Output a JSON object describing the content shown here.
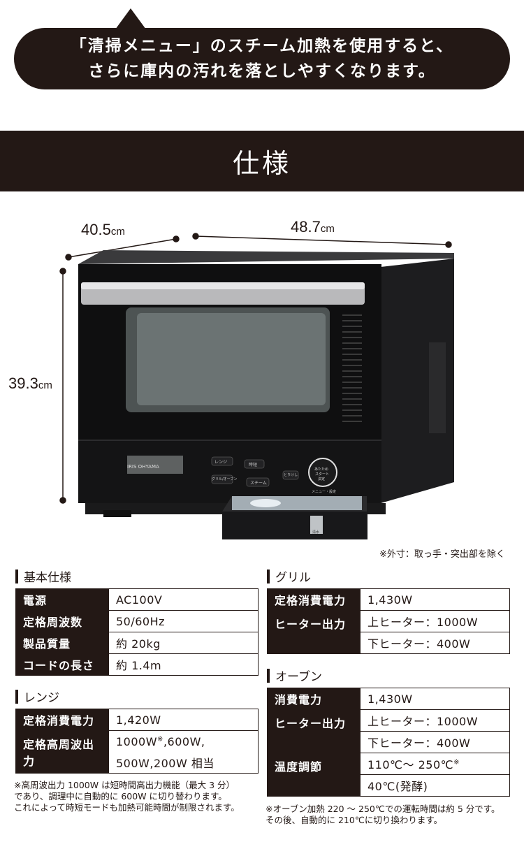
{
  "bubble": {
    "line1": "「清掃メニュー」のスチーム加熱を使用すると、",
    "line2": "さらに庫内の汚れを落としやすくなります。"
  },
  "section_title": "仕様",
  "dimensions": {
    "depth": "40.5",
    "width": "48.7",
    "height": "39.3",
    "unit": "cm"
  },
  "product": {
    "brand": "IRIS OHYAMA",
    "buttons": [
      "レンジ",
      "時短",
      "グリル/オーブン",
      "スチーム",
      "とりけし"
    ],
    "dial_label1": "あたため",
    "dial_label2": "スタート",
    "dial_label3": "決定",
    "dial_bottom": "メニュー・設定",
    "tray_label": "清水"
  },
  "exterior_note": "※外寸：取っ手・突出部を除く",
  "basic": {
    "title": "基本仕様",
    "rows": [
      {
        "k": "電源",
        "v": "AC100V"
      },
      {
        "k": "定格周波数",
        "v": "50/60Hz"
      },
      {
        "k": "製品質量",
        "v": "約 20kg"
      },
      {
        "k": "コードの長さ",
        "v": "約 1.4m"
      }
    ]
  },
  "range": {
    "title": "レンジ",
    "power_k": "定格消費電力",
    "power_v": "1,420W",
    "output_k": "定格高周波出力",
    "output_v1a": "1000W",
    "output_v1mark": "※",
    "output_v1b": ",600W,",
    "output_v2": "500W,200W 相当",
    "footnote1": "※高周波出力 1000W は短時間高出力機能（最大 3 分）",
    "footnote2": "であり、調理中に自動的に 600W に切り替わります。",
    "footnote3": "これによって時短モードも加熱可能時間が制限されます。"
  },
  "grill": {
    "title": "グリル",
    "power_k": "定格消費電力",
    "power_v": "1,430W",
    "heater_k": "ヒーター出力",
    "heater_v1": "上ヒーター：1000W",
    "heater_v2": "下ヒーター：400W"
  },
  "oven": {
    "title": "オーブン",
    "power_k": "消費電力",
    "power_v": "1,430W",
    "heater_k": "ヒーター出力",
    "heater_v1": "上ヒーター：1000W",
    "heater_v2": "下ヒーター：400W",
    "temp_k": "温度調節",
    "temp_v1": "110℃～ 250℃",
    "temp_v1mark": "※",
    "temp_v2": "40℃(発酵)",
    "footnote1": "※オーブン加熱 220 ～ 250℃での運転時間は約 5 分です。",
    "footnote2": "その後、自動的に 210℃に切り換わります。"
  },
  "colors": {
    "dark": "#231815",
    "white": "#ffffff"
  }
}
